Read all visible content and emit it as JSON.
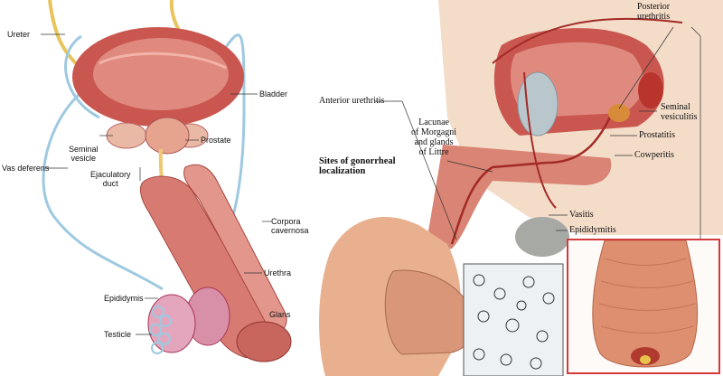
{
  "left_panel": {
    "labels": {
      "ureter": "Ureter",
      "bladder": "Bladder",
      "seminal_vesicle": "Seminal\nvesicle",
      "prostate": "Prostate",
      "vas_deferens": "Vas deferens",
      "ejaculatory_duct": "Ejaculatory\nduct",
      "corpora_cavernosa": "Corpora\ncavernosa",
      "urethra": "Urethra",
      "epididymis": "Epididymis",
      "glans": "Glans",
      "testicle": "Testicle"
    }
  },
  "right_panel": {
    "labels": {
      "posterior_urethritis": "Posterior\nurethritis",
      "anterior_urethritis": "Anterior urethritis",
      "lacunae": "Lacunae\nof Morgagni\nand glands\nof Littre",
      "seminal_vesiculitis": "Seminal\nvesiculitis",
      "prostatitis": "Prostatitis",
      "cowperitis": "Cowperitis",
      "sites_title": "Sites of gonorrheal\nlocalization",
      "vasitis": "Vasitis",
      "epididymitis": "Epididymitis"
    },
    "inset_border_color": "#d33b3b"
  }
}
